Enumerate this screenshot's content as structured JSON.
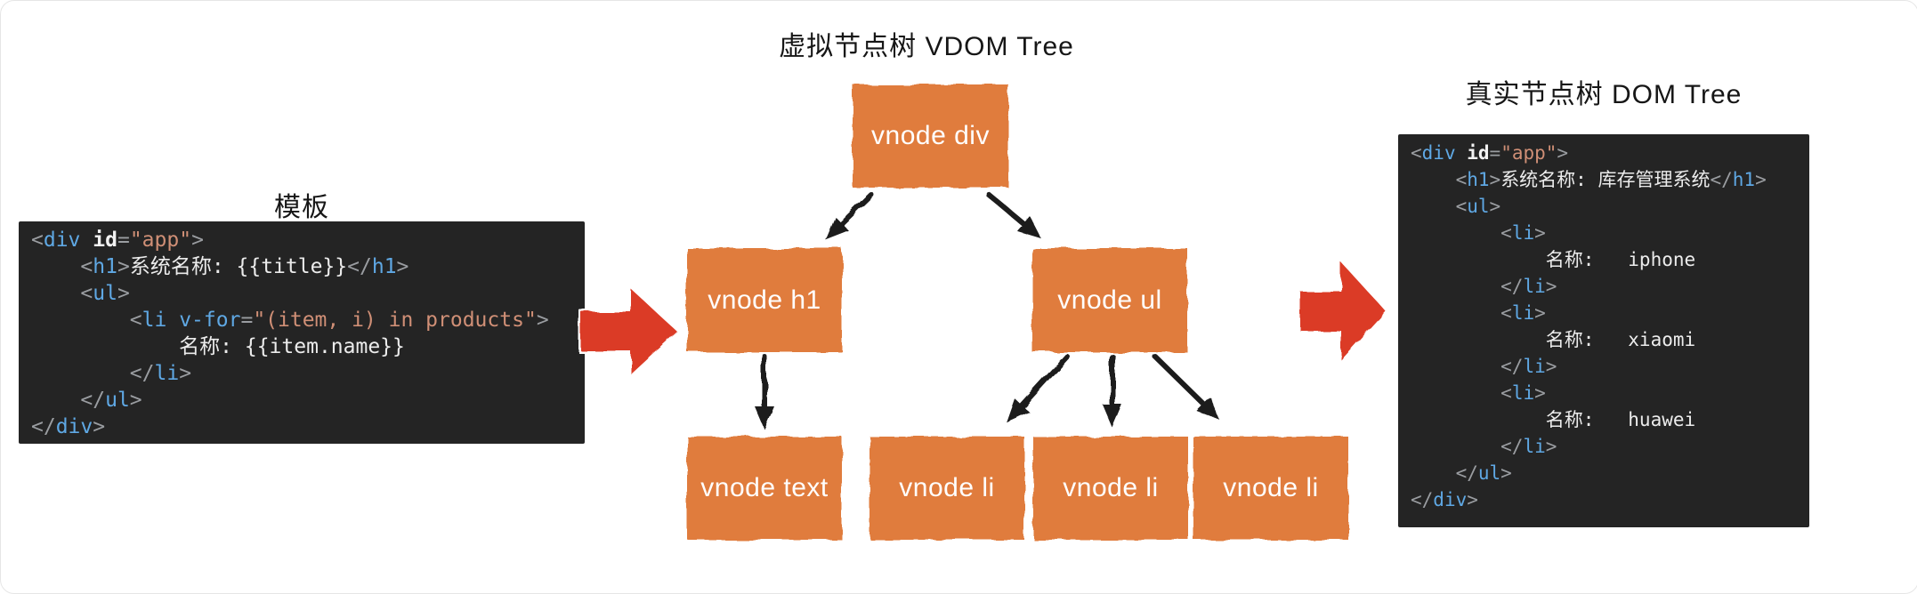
{
  "colors": {
    "box_orange": "#E07B3D",
    "arrow_red": "#DB3A26",
    "arrow_red_outline": "#FFFFFF",
    "arrow_black": "#1C1C1C",
    "code_bg": "#242424",
    "title_text": "#161616",
    "node_label_text": "#FFFFFF",
    "syntax": {
      "tag": "#5FA8E4",
      "punct": "#9A9DA1",
      "attr": "#F2F2F2",
      "string": "#D08F76",
      "text": "#ECECEC",
      "plain": "#ECECEC"
    }
  },
  "template_panel": {
    "title": "模板",
    "code": [
      [
        {
          "c": "punct",
          "s": "<"
        },
        {
          "c": "tag",
          "s": "div"
        },
        {
          "c": "plain",
          "s": " "
        },
        {
          "c": "attr",
          "s": "id"
        },
        {
          "c": "punct",
          "s": "="
        },
        {
          "c": "string",
          "s": "\"app\""
        },
        {
          "c": "punct",
          "s": ">"
        }
      ],
      [
        {
          "c": "plain",
          "s": "    "
        },
        {
          "c": "punct",
          "s": "<"
        },
        {
          "c": "tag",
          "s": "h1"
        },
        {
          "c": "punct",
          "s": ">"
        },
        {
          "c": "text",
          "s": "系统名称: {{title}}"
        },
        {
          "c": "punct",
          "s": "</"
        },
        {
          "c": "tag",
          "s": "h1"
        },
        {
          "c": "punct",
          "s": ">"
        }
      ],
      [
        {
          "c": "plain",
          "s": "    "
        },
        {
          "c": "punct",
          "s": "<"
        },
        {
          "c": "tag",
          "s": "ul"
        },
        {
          "c": "punct",
          "s": ">"
        }
      ],
      [
        {
          "c": "plain",
          "s": "        "
        },
        {
          "c": "punct",
          "s": "<"
        },
        {
          "c": "tag",
          "s": "li"
        },
        {
          "c": "plain",
          "s": " "
        },
        {
          "c": "tag",
          "s": "v-for"
        },
        {
          "c": "punct",
          "s": "="
        },
        {
          "c": "string",
          "s": "\"(item, i) in products\""
        },
        {
          "c": "punct",
          "s": ">"
        }
      ],
      [
        {
          "c": "plain",
          "s": "            "
        },
        {
          "c": "text",
          "s": "名称: {{item.name}}"
        }
      ],
      [
        {
          "c": "plain",
          "s": "        "
        },
        {
          "c": "punct",
          "s": "</"
        },
        {
          "c": "tag",
          "s": "li"
        },
        {
          "c": "punct",
          "s": ">"
        }
      ],
      [
        {
          "c": "plain",
          "s": "    "
        },
        {
          "c": "punct",
          "s": "</"
        },
        {
          "c": "tag",
          "s": "ul"
        },
        {
          "c": "punct",
          "s": ">"
        }
      ],
      [
        {
          "c": "punct",
          "s": "</"
        },
        {
          "c": "tag",
          "s": "div"
        },
        {
          "c": "punct",
          "s": ">"
        }
      ]
    ]
  },
  "vdom_panel": {
    "title": "虚拟节点树 VDOM Tree",
    "nodes": [
      {
        "label": "vnode div"
      },
      {
        "label": "vnode h1"
      },
      {
        "label": "vnode ul"
      },
      {
        "label": "vnode text"
      },
      {
        "label": "vnode li"
      },
      {
        "label": "vnode li"
      },
      {
        "label": "vnode li"
      }
    ]
  },
  "dom_panel": {
    "title": "真实节点树 DOM Tree",
    "code": [
      [
        {
          "c": "punct",
          "s": "<"
        },
        {
          "c": "tag",
          "s": "div"
        },
        {
          "c": "plain",
          "s": " "
        },
        {
          "c": "attr",
          "s": "id"
        },
        {
          "c": "punct",
          "s": "="
        },
        {
          "c": "string",
          "s": "\"app\""
        },
        {
          "c": "punct",
          "s": ">"
        }
      ],
      [
        {
          "c": "plain",
          "s": "    "
        },
        {
          "c": "punct",
          "s": "<"
        },
        {
          "c": "tag",
          "s": "h1"
        },
        {
          "c": "punct",
          "s": ">"
        },
        {
          "c": "text",
          "s": "系统名称: 库存管理系统"
        },
        {
          "c": "punct",
          "s": "</"
        },
        {
          "c": "tag",
          "s": "h1"
        },
        {
          "c": "punct",
          "s": ">"
        }
      ],
      [
        {
          "c": "plain",
          "s": "    "
        },
        {
          "c": "punct",
          "s": "<"
        },
        {
          "c": "tag",
          "s": "ul"
        },
        {
          "c": "punct",
          "s": ">"
        }
      ],
      [
        {
          "c": "plain",
          "s": "        "
        },
        {
          "c": "punct",
          "s": "<"
        },
        {
          "c": "tag",
          "s": "li"
        },
        {
          "c": "punct",
          "s": ">"
        }
      ],
      [
        {
          "c": "plain",
          "s": "            "
        },
        {
          "c": "text",
          "s": "名称:   iphone"
        }
      ],
      [
        {
          "c": "plain",
          "s": "        "
        },
        {
          "c": "punct",
          "s": "</"
        },
        {
          "c": "tag",
          "s": "li"
        },
        {
          "c": "punct",
          "s": ">"
        }
      ],
      [
        {
          "c": "plain",
          "s": "        "
        },
        {
          "c": "punct",
          "s": "<"
        },
        {
          "c": "tag",
          "s": "li"
        },
        {
          "c": "punct",
          "s": ">"
        }
      ],
      [
        {
          "c": "plain",
          "s": "            "
        },
        {
          "c": "text",
          "s": "名称:   xiaomi"
        }
      ],
      [
        {
          "c": "plain",
          "s": "        "
        },
        {
          "c": "punct",
          "s": "</"
        },
        {
          "c": "tag",
          "s": "li"
        },
        {
          "c": "punct",
          "s": ">"
        }
      ],
      [
        {
          "c": "plain",
          "s": "        "
        },
        {
          "c": "punct",
          "s": "<"
        },
        {
          "c": "tag",
          "s": "li"
        },
        {
          "c": "punct",
          "s": ">"
        }
      ],
      [
        {
          "c": "plain",
          "s": "            "
        },
        {
          "c": "text",
          "s": "名称:   huawei"
        }
      ],
      [
        {
          "c": "plain",
          "s": "        "
        },
        {
          "c": "punct",
          "s": "</"
        },
        {
          "c": "tag",
          "s": "li"
        },
        {
          "c": "punct",
          "s": ">"
        }
      ],
      [
        {
          "c": "plain",
          "s": "    "
        },
        {
          "c": "punct",
          "s": "</"
        },
        {
          "c": "tag",
          "s": "ul"
        },
        {
          "c": "punct",
          "s": ">"
        }
      ],
      [
        {
          "c": "punct",
          "s": "</"
        },
        {
          "c": "tag",
          "s": "div"
        },
        {
          "c": "punct",
          "s": ">"
        }
      ]
    ]
  }
}
